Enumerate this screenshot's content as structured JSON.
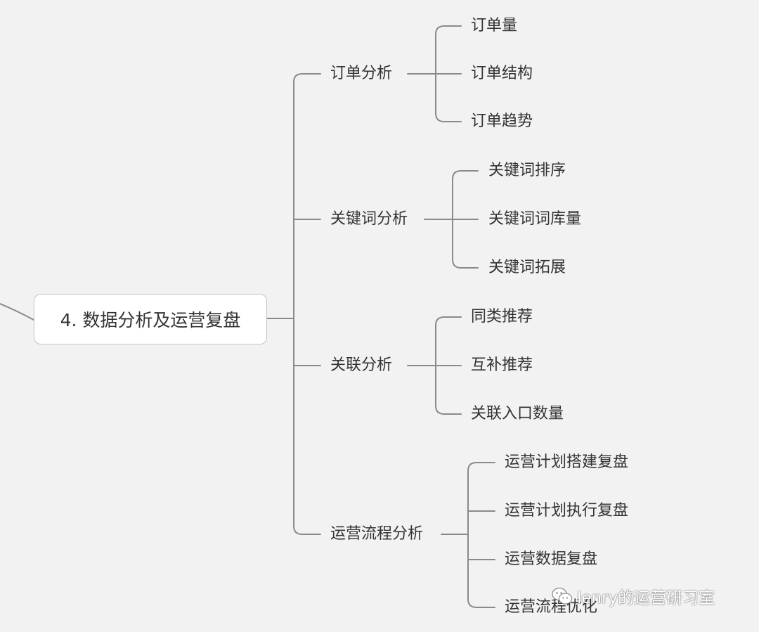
{
  "mindmap": {
    "root": "4. 数据分析及运营复盘",
    "branches": [
      {
        "label": "订单分析",
        "children": [
          "订单量",
          "订单结构",
          "订单趋势"
        ]
      },
      {
        "label": "关键词分析",
        "children": [
          "关键词排序",
          "关键词词库量",
          "关键词拓展"
        ]
      },
      {
        "label": "关联分析",
        "children": [
          "同类推荐",
          "互补推荐",
          "关联入口数量"
        ]
      },
      {
        "label": "运营流程分析",
        "children": [
          "运营计划搭建复盘",
          "运营计划执行复盘",
          "运营数据复盘",
          "运营流程优化"
        ]
      }
    ]
  },
  "watermark": {
    "text": "lenry的运营研习室",
    "icon": "wechat-icon"
  },
  "colors": {
    "background": "#f2f2f2",
    "line": "#8a8a8a",
    "text": "#333333",
    "node_border": "#c4c4c4",
    "node_fill": "#ffffff"
  }
}
